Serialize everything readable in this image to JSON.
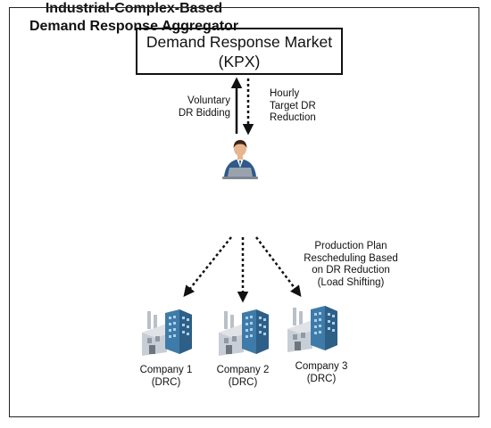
{
  "market": {
    "line1": "Demand Response Market",
    "line2": "(KPX)"
  },
  "upward_label": "Voluntary\nDR Bidding",
  "downward_label": "Hourly\nTarget DR\nReduction",
  "aggregator": {
    "label": "Industrial-Complex-Based\nDemand Response Aggregator",
    "icon": "person-at-laptop-icon"
  },
  "rescheduling_label": "Production Plan\nRescheduling Based\non DR Reduction\n(Load Shifting)",
  "companies": [
    {
      "label": "Company 1\n(DRC)",
      "icon": "factory-building-icon"
    },
    {
      "label": "Company 2\n(DRC)",
      "icon": "factory-building-icon"
    },
    {
      "label": "Company 3\n(DRC)",
      "icon": "factory-building-icon"
    }
  ],
  "colors": {
    "line": "#111111",
    "suit": "#2f5a8a",
    "skin": "#e7b58e",
    "hair": "#3a2418",
    "building_blue": "#3f7ba8",
    "building_gray": "#b9c0c8"
  }
}
